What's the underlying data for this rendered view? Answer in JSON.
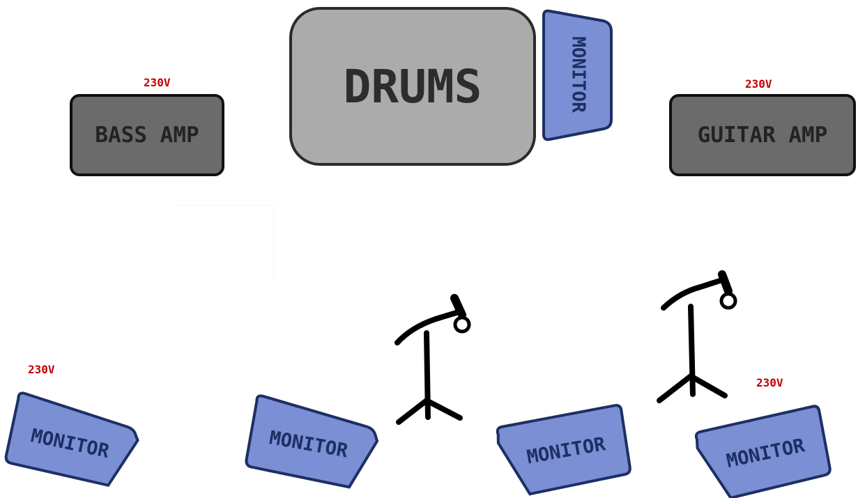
{
  "drums": {
    "label": "DRUMS"
  },
  "bass_amp": {
    "label": "BASS AMP"
  },
  "guitar_amp": {
    "label": "GUITAR AMP"
  },
  "drum_monitor": {
    "label": "MONITOR"
  },
  "floor_monitors": [
    {
      "label": "MONITOR"
    },
    {
      "label": "MONITOR"
    },
    {
      "label": "MONITOR"
    },
    {
      "label": "MONITOR"
    }
  ],
  "power_outlets": [
    {
      "label": "230V"
    },
    {
      "label": "230V"
    },
    {
      "label": "230V"
    },
    {
      "label": "230V"
    }
  ],
  "colors": {
    "drums_fill": "#ababab",
    "amp_fill": "#6b6b6b",
    "monitor_fill": "#7a8fd4",
    "monitor_stroke": "#1d2f63",
    "power_text": "#c00000",
    "outline": "#232323"
  },
  "icons": [
    "microphone-stand-icon",
    "microphone-stand-icon"
  ]
}
